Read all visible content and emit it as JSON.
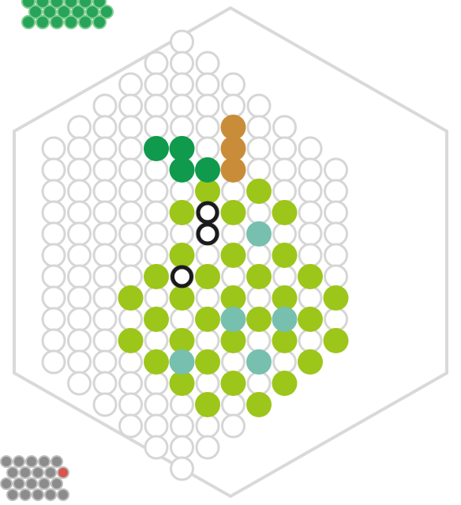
{
  "pattern": {
    "board_shape": "hexagon",
    "palette": {
      "peg": "#d6d6d6",
      "board_outline": "#d9d9d9",
      "lime": "#9cc61a",
      "teal": "#77bfae",
      "green": "#0f9a4d",
      "brown": "#c98d3a",
      "black_ring": "#1b1b1b",
      "white": "#ffffff"
    },
    "beads": [
      {
        "col": 7,
        "row": 5,
        "color": "brown"
      },
      {
        "col": 7,
        "row": 6,
        "color": "brown"
      },
      {
        "col": 7,
        "row": 7,
        "color": "brown"
      },
      {
        "col": 4,
        "row": 6,
        "color": "green"
      },
      {
        "col": 5,
        "row": 6,
        "color": "green"
      },
      {
        "col": 5,
        "row": 7,
        "color": "green"
      },
      {
        "col": 6,
        "row": 7,
        "color": "green"
      }
    ],
    "rows": [
      {
        "row": 8,
        "from": 5,
        "to": 8
      },
      {
        "row": 9,
        "from": 5,
        "to": 9
      },
      {
        "row": 10,
        "from": 5,
        "to": 9
      },
      {
        "row": 11,
        "from": 5,
        "to": 9
      },
      {
        "row": 12,
        "from": 4,
        "to": 10
      },
      {
        "row": 13,
        "from": 3,
        "to": 11
      },
      {
        "row": 14,
        "from": 3,
        "to": 11
      },
      {
        "row": 15,
        "from": 3,
        "to": 11
      },
      {
        "row": 16,
        "from": 3,
        "to": 11
      },
      {
        "row": 17,
        "from": 4,
        "to": 10
      },
      {
        "row": 18,
        "from": 5,
        "to": 8
      }
    ],
    "accents": [
      {
        "col": 6,
        "row": 9,
        "color": "black_ring"
      },
      {
        "col": 6,
        "row": 10,
        "color": "black_ring"
      },
      {
        "col": 5,
        "row": 12,
        "color": "black_ring"
      },
      {
        "col": 8,
        "row": 10,
        "color": "teal"
      },
      {
        "col": 7,
        "row": 14,
        "color": "teal"
      },
      {
        "col": 9,
        "row": 14,
        "color": "teal"
      },
      {
        "col": 5,
        "row": 16,
        "color": "teal"
      },
      {
        "col": 8,
        "row": 16,
        "color": "teal"
      }
    ]
  },
  "thumbnails": [
    {
      "name": "green-bead-thumbnail",
      "color": "#27a35a"
    },
    {
      "name": "grey-bead-thumbnail",
      "color": "#8c8c8c"
    }
  ]
}
